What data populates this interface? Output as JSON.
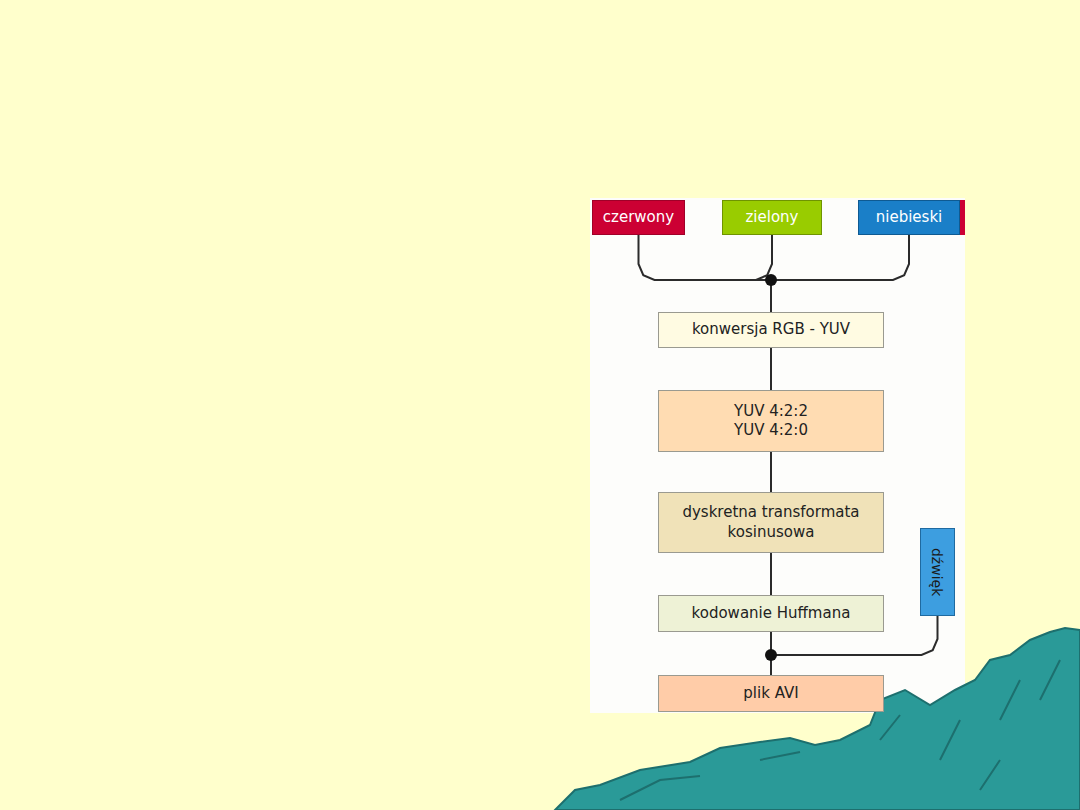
{
  "diagram": {
    "nodes": [
      {
        "text": [
          "czerwony"
        ]
      },
      {
        "text": [
          "zielony"
        ]
      },
      {
        "text": [
          "niebieski"
        ]
      },
      {
        "text": [
          "konwersja RGB - YUV"
        ]
      },
      {
        "text": [
          "YUV 4:2:2 YUV 4:2:0"
        ]
      },
      {
        "text": [
          "dyskretna transformata kosinusowa"
        ]
      },
      {
        "text": [
          "kodowanie Huffmana"
        ]
      },
      {
        "text": [
          "dźwięk"
        ]
      },
      {
        "text": [
          "plik AVI"
        ]
      }
    ],
    "edges": [
      {
        "from": 0,
        "to": 3,
        "arrow": "none"
      },
      {
        "from": 1,
        "to": 3,
        "arrow": "none"
      },
      {
        "from": 2,
        "to": 3,
        "arrow": "none"
      },
      {
        "from": 3,
        "to": 4,
        "arrow": "none"
      },
      {
        "from": 4,
        "to": 5,
        "arrow": "none"
      },
      {
        "from": 5,
        "to": 6,
        "arrow": "none"
      },
      {
        "from": 6,
        "to": 8,
        "arrow": "none"
      },
      {
        "from": 7,
        "to": 8,
        "arrow": "none"
      }
    ]
  }
}
